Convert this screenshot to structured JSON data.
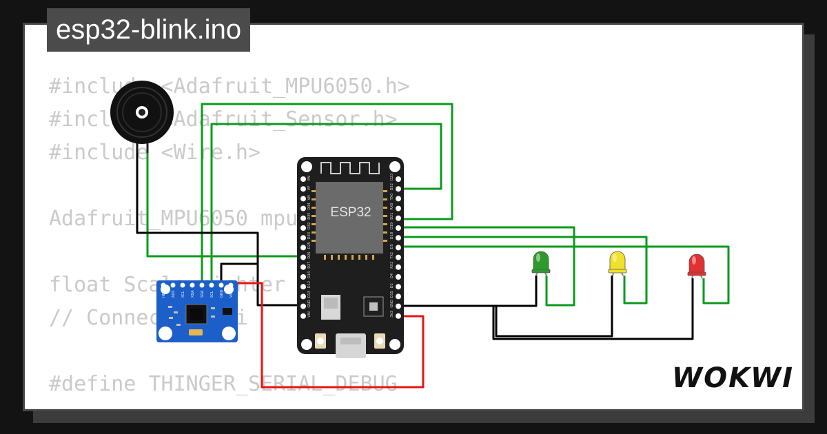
{
  "title": "esp32-blink.ino",
  "brand": "WOKWI",
  "code_lines": [
    "#include <Adafruit_MPU6050.h>",
    "#include <Adafruit_Sensor.h>",
    "#include <Wire.h>",
    "",
    "Adafruit_MPU6050 mpu;",
    "",
    "float Scale_richter",
    "// Connect to ti",
    "",
    "#define THINGER_SERIAL_DEBUG"
  ],
  "esp32": {
    "chip_label": "ESP32",
    "left_pins": [
      "EN",
      "VP",
      "VN",
      "D34",
      "D35",
      "D32",
      "D33",
      "D25",
      "D26",
      "D27",
      "D14",
      "D12",
      "D13",
      "GND",
      "VIN"
    ],
    "right_pins": [
      "D23",
      "D22",
      "TX0",
      "RX0",
      "D21",
      "D19",
      "D18",
      "D5",
      "TX2",
      "RX2",
      "D4",
      "D2",
      "D15",
      "GND",
      "3V3"
    ]
  },
  "mpu6050": {
    "pins": [
      "INT",
      "AD0",
      "XCL",
      "XDA",
      "SDA",
      "SCL",
      "GND",
      "VCC"
    ]
  },
  "leds": [
    {
      "color": "green",
      "fill": "#2e9a2e"
    },
    {
      "color": "yellow",
      "fill": "#f0e12a"
    },
    {
      "color": "red",
      "fill": "#e33030"
    }
  ],
  "colors": {
    "wire_green": "#0a9a1c",
    "wire_black": "#000000",
    "wire_red": "#ee1111",
    "board": "#1e1e1e",
    "mpu_board": "#1d5fc9"
  }
}
